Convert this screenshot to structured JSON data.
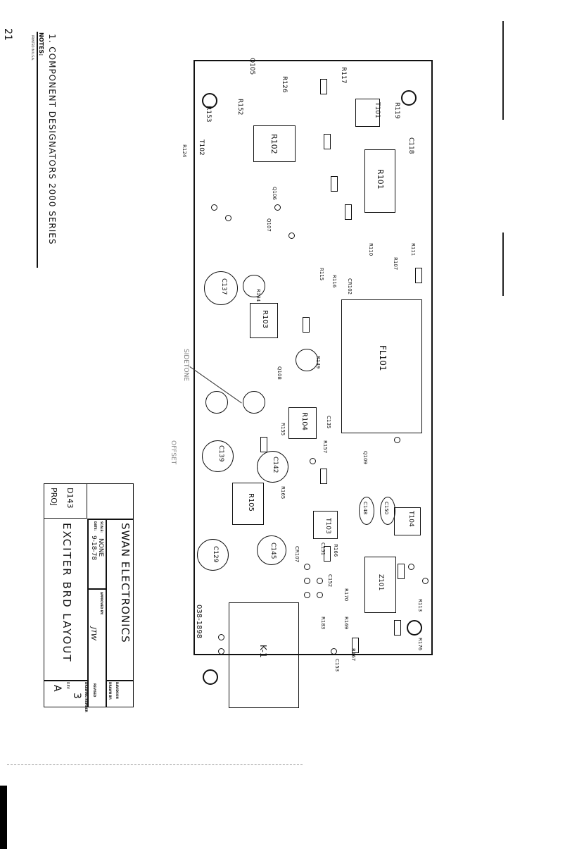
{
  "page_mark": "21",
  "notes": {
    "heading": "NOTES:",
    "note1": "1. COMPONENT DESIGNATORS 2000 SERIES",
    "print_line": "PRINTED IN U.S.A."
  },
  "title_block": {
    "company": "SWAN ELECTRONICS",
    "scale_label": "SCALE:",
    "scale": "NONE",
    "date_label": "DATE:",
    "date": "9-18-78",
    "approved_label": "APPROVED BY:",
    "approved": "JTW",
    "drawn_label": "DRAWN BY:",
    "drawn": "DAVIDSON",
    "revised_label": "REVISED",
    "title": "EXCITER BRD LAYOUT",
    "proj_label": "PROJ",
    "proj": "D143",
    "rev_label": "REV",
    "rev": "A",
    "drawing_number_label": "DRAWING NUMBER",
    "drawing_number": "3"
  },
  "annotations": {
    "sidetone": "SIDETONE",
    "offset": "OFFSET",
    "board_number": "038-1898"
  },
  "components": [
    "Q105",
    "R152",
    "R153",
    "T102",
    "R126",
    "R117",
    "T101",
    "R119",
    "C118",
    "R102",
    "R101",
    "FL101",
    "R103",
    "R104",
    "R105",
    "K-1",
    "C137",
    "C139",
    "C142",
    "C145",
    "C129",
    "T103",
    "T104",
    "Z101",
    "C148",
    "C150",
    "R124",
    "R115",
    "R113",
    "R116",
    "R110",
    "R111",
    "R107",
    "R134",
    "R149",
    "R155",
    "R157",
    "R165",
    "R183",
    "R170",
    "R169",
    "R176",
    "R166",
    "R167",
    "CR102",
    "CR107",
    "Q106",
    "Q107",
    "Q108",
    "Q109",
    "C135",
    "C151",
    "C152",
    "C153"
  ]
}
